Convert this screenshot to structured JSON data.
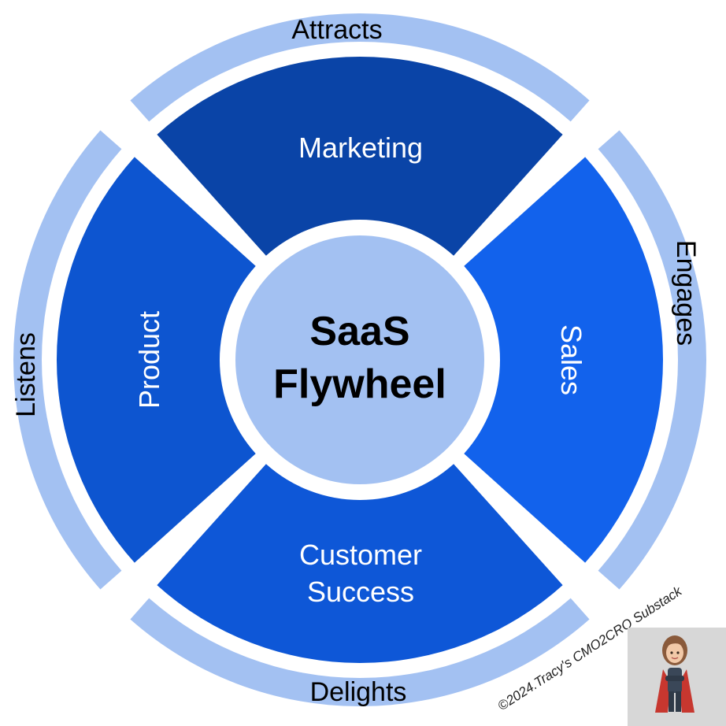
{
  "center": {
    "line1": "SaaS",
    "line2": "Flywheel",
    "color": "#a3c1f2"
  },
  "segments": [
    {
      "id": "marketing",
      "label": "Marketing",
      "color": "#0a44a7"
    },
    {
      "id": "sales",
      "label": "Sales",
      "color": "#1262ec"
    },
    {
      "id": "customer-success",
      "label_line1": "Customer",
      "label_line2": "Success",
      "color": "#0e57d7"
    },
    {
      "id": "product",
      "label": "Product",
      "color": "#0d55d0"
    }
  ],
  "outer_ring": {
    "color": "#a3c1f2",
    "labels": {
      "top": "Attracts",
      "right": "Engages",
      "bottom": "Delights",
      "left": "Listens"
    }
  },
  "credit": "©2024.Tracy's CMO2CRO Substack",
  "avatar": {
    "icon": "superhero-woman-avatar",
    "frame_color": "#d7d7d7"
  }
}
